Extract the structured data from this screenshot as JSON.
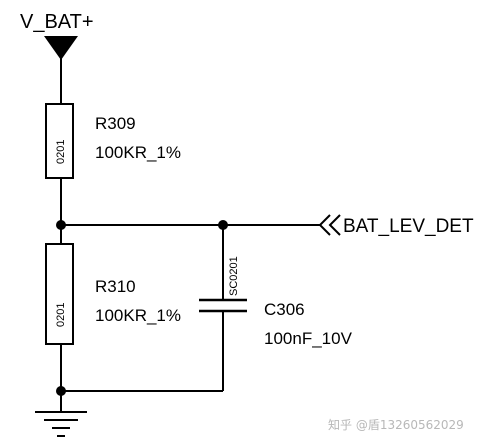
{
  "schematic": {
    "power_label": "V_BAT+",
    "net_label": "BAT_LEV_DET",
    "r_top": {
      "ref": "R309",
      "value": "100KR_1%",
      "package": "0201"
    },
    "r_bottom": {
      "ref": "R310",
      "value": "100KR_1%",
      "package": "0201"
    },
    "capacitor": {
      "ref": "C306",
      "value": "100nF_10V",
      "package": "SC0201"
    }
  },
  "watermark": "知乎 @盾13260562029",
  "colors": {
    "ink": "#000000",
    "watermark": "#b8b8b8"
  }
}
